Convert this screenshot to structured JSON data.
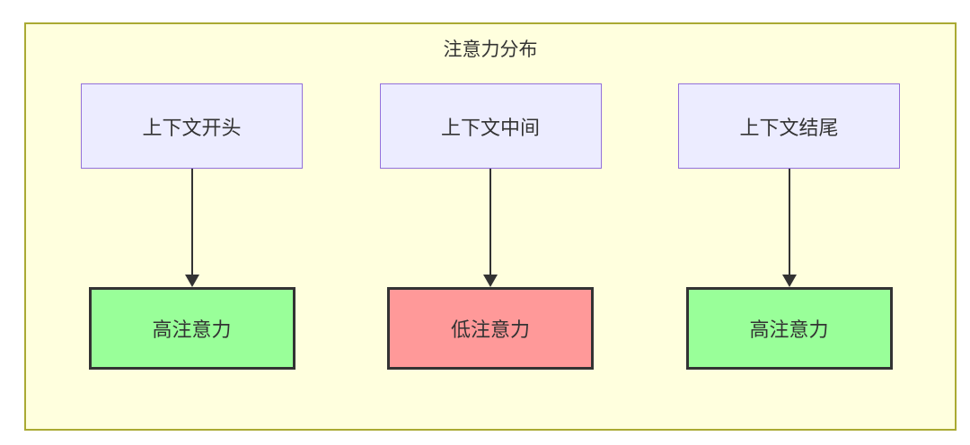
{
  "diagram": {
    "title": "注意力分布",
    "colors": {
      "container_fill": "#ffffde",
      "container_border": "#aaaa33",
      "source_fill": "#ECECFF",
      "source_border": "#9370DB",
      "high_attention_fill": "#99ff99",
      "low_attention_fill": "#ff9999",
      "node_border": "#333333",
      "arrow": "#333333",
      "text": "#333333",
      "page_background": "#ffffff"
    },
    "columns": [
      {
        "source": "上下文开头",
        "target": "高注意力",
        "target_fill": "#99ff99"
      },
      {
        "source": "上下文中间",
        "target": "低注意力",
        "target_fill": "#ff9999"
      },
      {
        "source": "上下文结尾",
        "target": "高注意力",
        "target_fill": "#99ff99"
      }
    ]
  }
}
